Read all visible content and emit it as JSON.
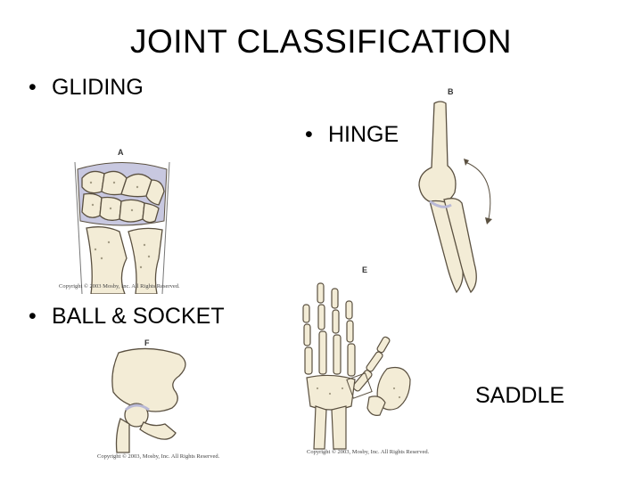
{
  "slide": {
    "title": "JOINT CLASSIFICATION",
    "bullets": {
      "gliding": "GLIDING",
      "hinge": "HINGE",
      "ball_socket": "BALL & SOCKET"
    },
    "bullet_marker": "•",
    "saddle_label": "SADDLE"
  },
  "figures": {
    "wrist": {
      "letter": "A",
      "copyright": "Copyright © 2003 Mosby, Inc. All Rights Reserved.",
      "icon": "wrist-carpal-bones"
    },
    "elbow": {
      "letter": "B",
      "icon": "elbow-hinge-joint"
    },
    "hip": {
      "letter": "F",
      "copyright": "Copyright © 2003, Mosby, Inc. All Rights Reserved.",
      "icon": "hip-ball-socket"
    },
    "hand": {
      "letter": "E",
      "copyright": "Copyright © 2003, Mosby, Inc. All Rights Reserved.",
      "icon": "hand-saddle-joint"
    }
  },
  "colors": {
    "bone": "#f3ecd6",
    "bone_outline": "#5a5040",
    "cartilage": "#b9b9d6",
    "text": "#000000"
  }
}
